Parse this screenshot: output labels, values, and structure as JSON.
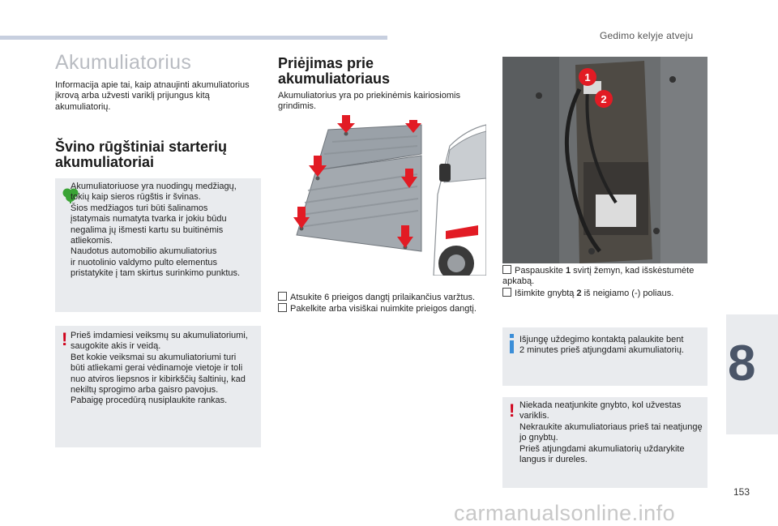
{
  "header": {
    "chapter_title": "Gedimo kelyje atveju"
  },
  "left": {
    "title": "Akumuliatorius",
    "intro": "Informacija apie tai, kaip atnaujinti akumuliatorius\nįkrovą arba užvesti variklį prijungus kitą\nakumuliatorių.",
    "section_title": "Švino rūgštiniai starterių akumuliatoriai",
    "eco_note": "Akumuliatoriuose yra nuodingų medžiagų,\ntokių kaip sieros rūgštis ir švinas.\nŠios medžiagos turi būti šalinamos\nįstatymais numatyta tvarka ir jokiu būdu\nnegalima jų išmesti kartu su buitinėmis\natliekomis.\nNaudotus automobilio akumuliatorius\nir nuotolinio valdymo pulto elementus\npristatykite į tam skirtus surinkimo punktus.",
    "warning_note": "Prieš imdamiesi veiksmų su akumuliatoriumi,\nsaugokite akis ir veidą.\nBet kokie veiksmai su akumuliatoriumi turi\nbūti atliekami gerai vėdinamoje vietoje ir toli\nnuo atviros liepsnos ir kibirkščių šaltinių, kad\nnekiltų sprogimo arba gaisro pavojus.\nPabaigę procedūrą nusiplaukite rankas."
  },
  "middle": {
    "title": "Priėjimas prie akumuliatoriaus",
    "intro": "Akumuliatorius yra po priekinėmis kairiosiomis\ngrindimis.",
    "steps": [
      "Atsukite 6 prieigos dangtį prilaikančius varžtus.",
      "Pakelkite arba visiškai nuimkite prieigos dangtį."
    ]
  },
  "right": {
    "callouts": [
      "1",
      "2"
    ],
    "steps": [
      {
        "pre": "Paspauskite ",
        "bold": "1",
        "post": " svirtį žemyn, kad išskėstumėte\napkabą."
      },
      {
        "pre": "Išimkite gnybtą ",
        "bold": "2",
        "post": " iš neigiamo (-) poliaus."
      }
    ],
    "info_note": "Išjungę uždegimo kontaktą palaukite bent\n2 minutes prieš atjungdami akumuliatorių.",
    "warning_note": "Niekada neatjunkite gnybto, kol užvestas\nvariklis.\nNekraukite akumuliatoriaus prieš tai neatjungę\njo gnybtų.\nPrieš atjungdami akumuliatorių uždarykite\nlangus ir dureles."
  },
  "footer": {
    "chapter_number": "8",
    "page_number": "153",
    "watermark": "carmanualsonline.info"
  },
  "colors": {
    "accent_blue": "#3b8ed8",
    "warning_red": "#d0021b",
    "eco_green": "#3aa335",
    "box_bg": "#e9ebee"
  },
  "icons": [
    "leaf-eco-icon",
    "warning-exclamation-icon",
    "info-icon",
    "checkbox-bullet-icon"
  ]
}
